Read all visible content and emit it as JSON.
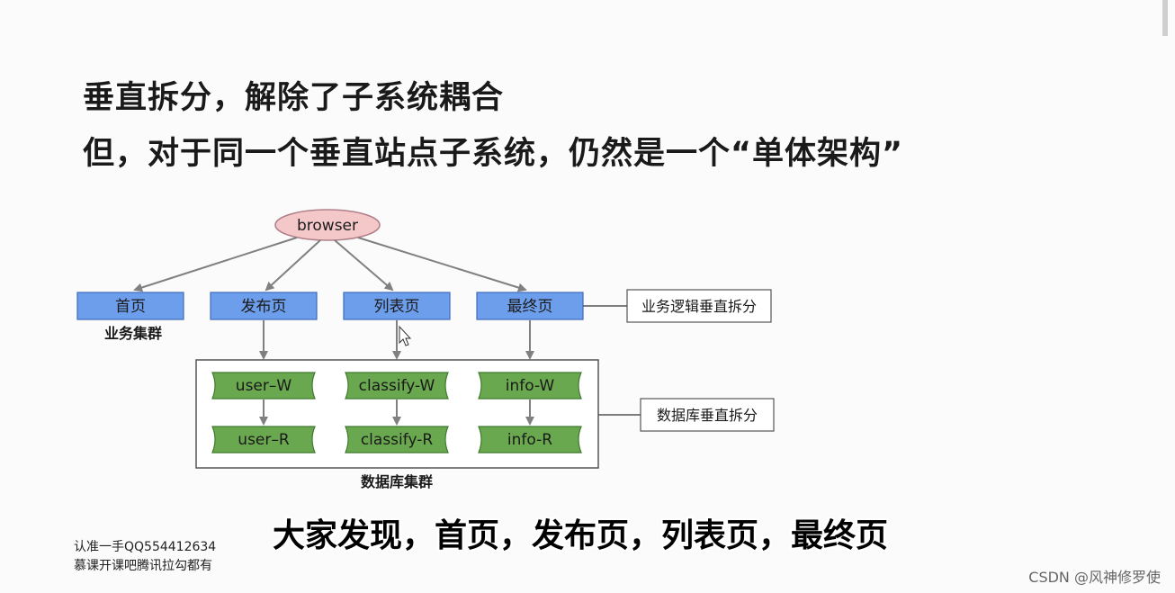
{
  "slide": {
    "title_line1": "垂直拆分，解除了子系统耦合",
    "title_line2": "但，对于同一个垂直站点子系统，仍然是一个“单体架构”"
  },
  "diagram": {
    "root": "browser",
    "pages": [
      "首页",
      "发布页",
      "列表页",
      "最终页"
    ],
    "business_cluster_label": "业务集群",
    "business_split_label": "业务逻辑垂直拆分",
    "db_writes": [
      "user–W",
      "classify-W",
      "info-W"
    ],
    "db_reads": [
      "user–R",
      "classify-R",
      "info-R"
    ],
    "db_split_label": "数据库垂直拆分",
    "db_cluster_label": "数据库集群"
  },
  "colors": {
    "page_box": "#6d9eeb",
    "db_box": "#6aa84f",
    "browser_ellipse": "#f4c7c9",
    "arrow": "#808080"
  },
  "watermark": {
    "line1": "认准一手QQ554412634",
    "line2": "慕课开课吧腾讯拉勾都有"
  },
  "caption": "大家发现，首页，发布页，列表页，最终页",
  "footer": "CSDN @风神修罗使"
}
